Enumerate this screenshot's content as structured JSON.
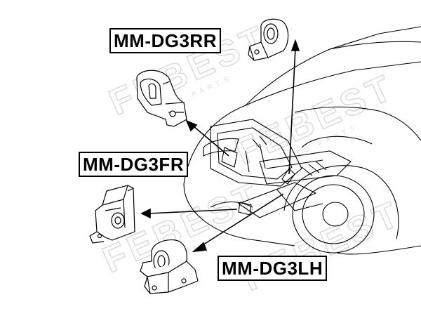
{
  "labels": {
    "rear_right": "MM-DG3RR",
    "front_right": "MM-DG3FR",
    "left_hand": "MM-DG3LH"
  },
  "watermark": {
    "brand": "FEBEST",
    "sub": "AUTO PARTS"
  },
  "colors": {
    "ink": "#000000",
    "watermark": "#d9d9d9"
  }
}
